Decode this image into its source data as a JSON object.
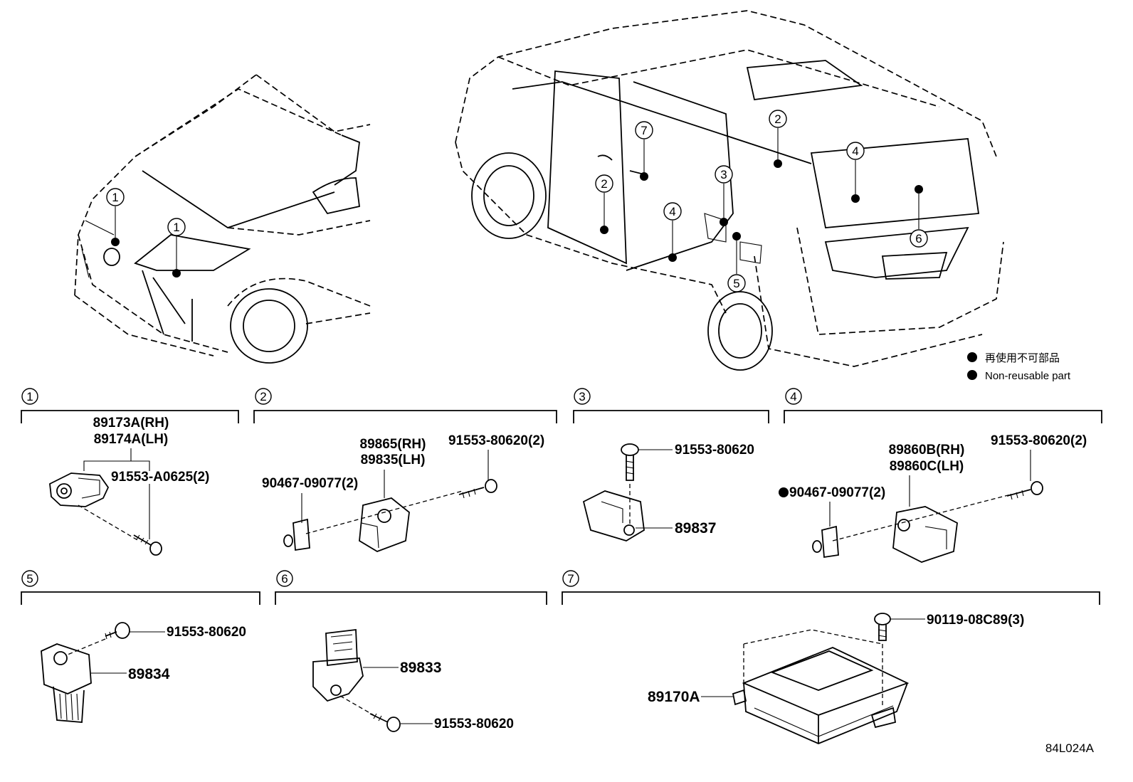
{
  "legend": {
    "jp_text": "再使用不可部品",
    "en_text": "Non-reusable part"
  },
  "diagram_code": "84L024A",
  "vehicle_callouts": [
    "1",
    "1",
    "2",
    "2",
    "3",
    "4",
    "4",
    "5",
    "6",
    "7"
  ],
  "sections": [
    {
      "num": "1",
      "parts": [
        "89173A(RH)",
        "89174A(LH)",
        "91553-A0625(2)"
      ]
    },
    {
      "num": "2",
      "parts": [
        "89865(RH)",
        "89835(LH)",
        "91553-80620(2)",
        "90467-09077(2)"
      ]
    },
    {
      "num": "3",
      "parts": [
        "91553-80620",
        "89837"
      ]
    },
    {
      "num": "4",
      "parts": [
        "89860B(RH)",
        "89860C(LH)",
        "91553-80620(2)",
        "90467-09077(2)"
      ]
    },
    {
      "num": "5",
      "parts": [
        "91553-80620",
        "89834"
      ]
    },
    {
      "num": "6",
      "parts": [
        "89833",
        "91553-80620"
      ]
    },
    {
      "num": "7",
      "parts": [
        "90119-08C89(3)",
        "89170A"
      ]
    }
  ]
}
